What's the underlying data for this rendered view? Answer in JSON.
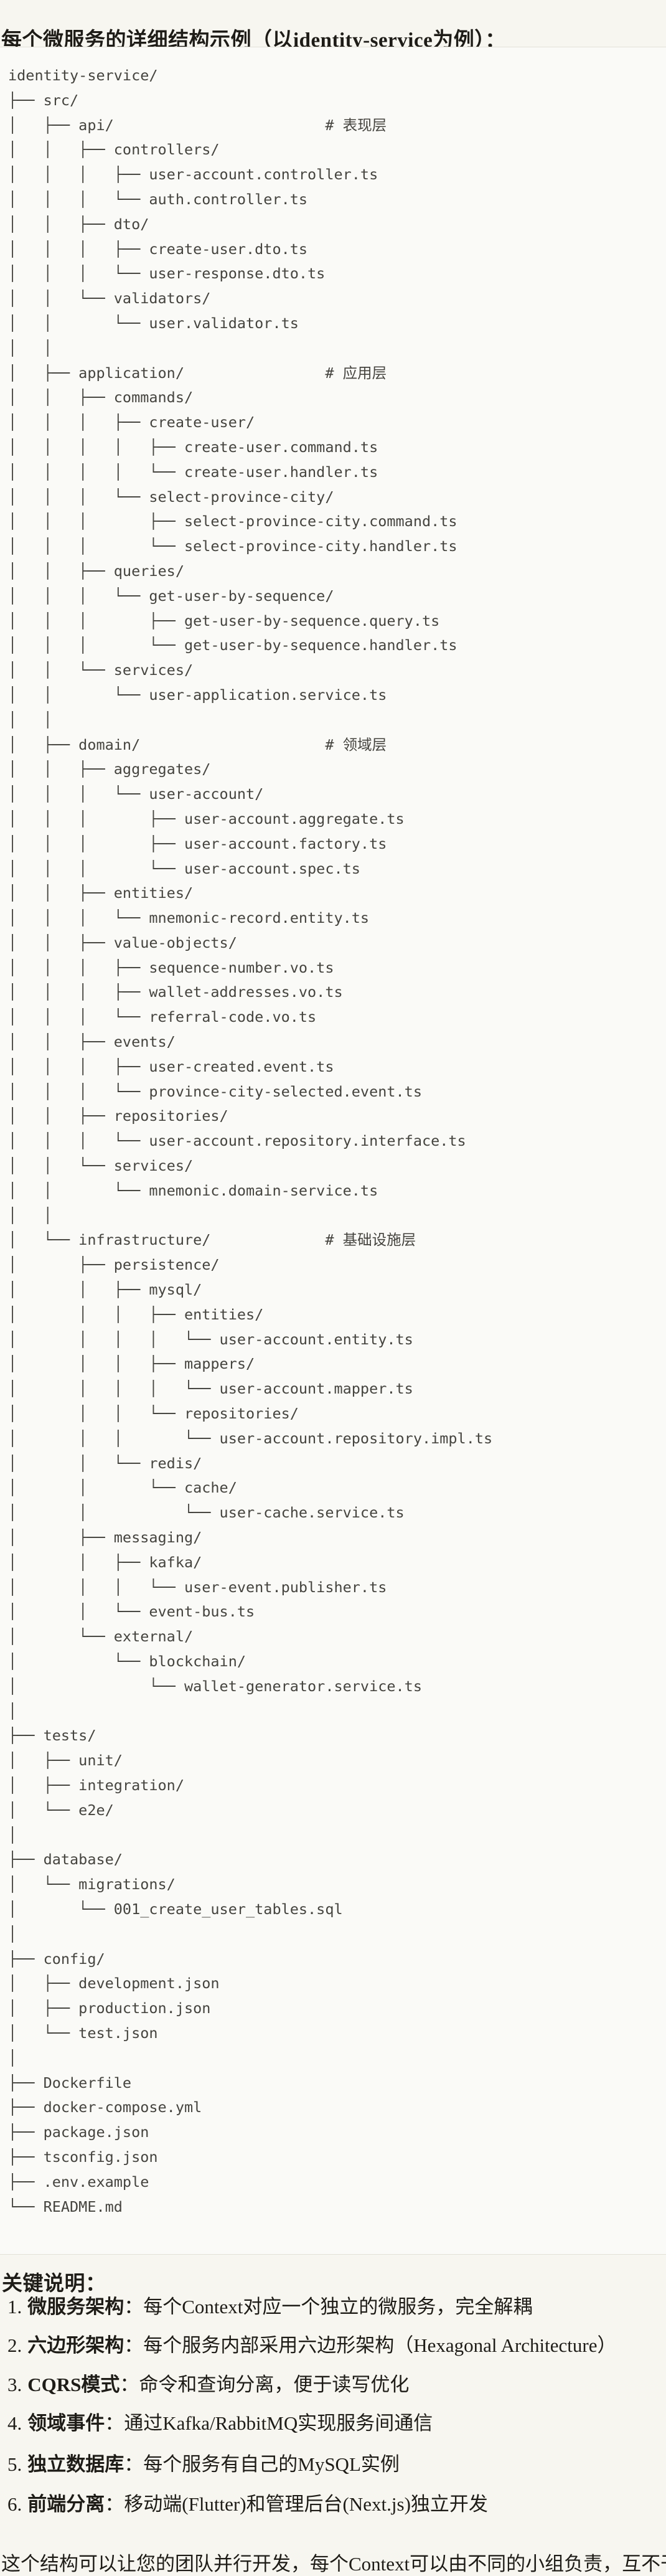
{
  "page": {
    "title": "每个微服务的详细结构示例（以identity-service为例）：",
    "colors": {
      "page_bg": "#F7F6F0",
      "code_bg": "#FAFAF7",
      "code_border": "#E3E1D8",
      "code_text": "#45443F",
      "body_text": "#1E1C17"
    }
  },
  "code_block": {
    "root": "identity-service/",
    "comments": [
      "# 表现层",
      "# 应用层",
      "# 领域层",
      "# 基础设施层"
    ],
    "tree_lines": [
      "identity-service/",
      "├── src/",
      "│   ├── api/                        # 表现层",
      "│   │   ├── controllers/",
      "│   │   │   ├── user-account.controller.ts",
      "│   │   │   └── auth.controller.ts",
      "│   │   ├── dto/",
      "│   │   │   ├── create-user.dto.ts",
      "│   │   │   └── user-response.dto.ts",
      "│   │   └── validators/",
      "│   │       └── user.validator.ts",
      "│   │",
      "│   ├── application/                # 应用层",
      "│   │   ├── commands/",
      "│   │   │   ├── create-user/",
      "│   │   │   │   ├── create-user.command.ts",
      "│   │   │   │   └── create-user.handler.ts",
      "│   │   │   └── select-province-city/",
      "│   │   │       ├── select-province-city.command.ts",
      "│   │   │       └── select-province-city.handler.ts",
      "│   │   ├── queries/",
      "│   │   │   └── get-user-by-sequence/",
      "│   │   │       ├── get-user-by-sequence.query.ts",
      "│   │   │       └── get-user-by-sequence.handler.ts",
      "│   │   └── services/",
      "│   │       └── user-application.service.ts",
      "│   │",
      "│   ├── domain/                     # 领域层",
      "│   │   ├── aggregates/",
      "│   │   │   └── user-account/",
      "│   │   │       ├── user-account.aggregate.ts",
      "│   │   │       ├── user-account.factory.ts",
      "│   │   │       └── user-account.spec.ts",
      "│   │   ├── entities/",
      "│   │   │   └── mnemonic-record.entity.ts",
      "│   │   ├── value-objects/",
      "│   │   │   ├── sequence-number.vo.ts",
      "│   │   │   ├── wallet-addresses.vo.ts",
      "│   │   │   └── referral-code.vo.ts",
      "│   │   ├── events/",
      "│   │   │   ├── user-created.event.ts",
      "│   │   │   └── province-city-selected.event.ts",
      "│   │   ├── repositories/",
      "│   │   │   └── user-account.repository.interface.ts",
      "│   │   └── services/",
      "│   │       └── mnemonic.domain-service.ts",
      "│   │",
      "│   └── infrastructure/             # 基础设施层",
      "│       ├── persistence/",
      "│       │   ├── mysql/",
      "│       │   │   ├── entities/",
      "│       │   │   │   └── user-account.entity.ts",
      "│       │   │   ├── mappers/",
      "│       │   │   │   └── user-account.mapper.ts",
      "│       │   │   └── repositories/",
      "│       │   │       └── user-account.repository.impl.ts",
      "│       │   └── redis/",
      "│       │       └── cache/",
      "│       │           └── user-cache.service.ts",
      "│       ├── messaging/",
      "│       │   ├── kafka/",
      "│       │   │   └── user-event.publisher.ts",
      "│       │   └── event-bus.ts",
      "│       └── external/",
      "│           └── blockchain/",
      "│               └── wallet-generator.service.ts",
      "│",
      "├── tests/",
      "│   ├── unit/",
      "│   ├── integration/",
      "│   └── e2e/",
      "│",
      "├── database/",
      "│   └── migrations/",
      "│       └── 001_create_user_tables.sql",
      "│",
      "├── config/",
      "│   ├── development.json",
      "│   ├── production.json",
      "│   └── test.json",
      "│",
      "├── Dockerfile",
      "├── docker-compose.yml",
      "├── package.json",
      "├── tsconfig.json",
      "├── .env.example",
      "└── README.md"
    ]
  },
  "notes": {
    "heading": "关键说明：",
    "items": [
      {
        "num": "1.",
        "label": "微服务架构",
        "text": "：每个Context对应一个独立的微服务，完全解耦"
      },
      {
        "num": "2.",
        "label": "六边形架构",
        "text": "：每个服务内部采用六边形架构（Hexagonal Architecture）"
      },
      {
        "num": "3.",
        "label": "CQRS模式",
        "text": "：命令和查询分离，便于读写优化"
      },
      {
        "num": "4.",
        "label": "领域事件",
        "text": "：通过Kafka/RabbitMQ实现服务间通信"
      },
      {
        "num": "5.",
        "label": "独立数据库",
        "text": "：每个服务有自己的MySQL实例"
      },
      {
        "num": "6.",
        "label": "前端分离",
        "text": "：移动端(Flutter)和管理后台(Next.js)独立开发"
      }
    ],
    "closing": "这个结构可以让您的团队并行开发，每个Context可以由不同的小组负责，互不干扰。"
  }
}
